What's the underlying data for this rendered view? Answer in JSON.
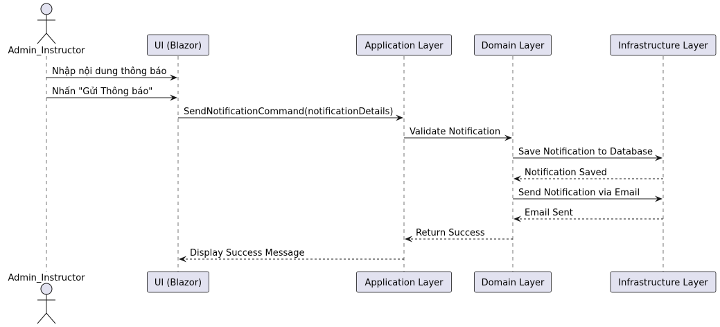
{
  "diagram": {
    "type": "sequence",
    "colors": {
      "participant_fill": "#E2E2F0",
      "line": "#181818",
      "background": "#FFFFFF"
    },
    "participants": [
      {
        "id": "admin",
        "label": "Admin_Instructor",
        "kind": "actor"
      },
      {
        "id": "ui",
        "label": "UI (Blazor)",
        "kind": "participant"
      },
      {
        "id": "app",
        "label": "Application Layer",
        "kind": "participant"
      },
      {
        "id": "domain",
        "label": "Domain Layer",
        "kind": "participant"
      },
      {
        "id": "infra",
        "label": "Infrastructure Layer",
        "kind": "participant"
      }
    ],
    "messages": [
      {
        "from": "admin",
        "to": "ui",
        "label": "Nhập nội dung thông báo",
        "style": "solid"
      },
      {
        "from": "admin",
        "to": "ui",
        "label": "Nhấn \"Gửi Thông báo\"",
        "style": "solid"
      },
      {
        "from": "ui",
        "to": "app",
        "label": "SendNotificationCommand(notificationDetails)",
        "style": "solid"
      },
      {
        "from": "app",
        "to": "domain",
        "label": "Validate Notification",
        "style": "solid"
      },
      {
        "from": "domain",
        "to": "infra",
        "label": "Save Notification to Database",
        "style": "solid"
      },
      {
        "from": "infra",
        "to": "domain",
        "label": "Notification Saved",
        "style": "dashed"
      },
      {
        "from": "domain",
        "to": "infra",
        "label": "Send Notification via Email",
        "style": "solid"
      },
      {
        "from": "infra",
        "to": "domain",
        "label": "Email Sent",
        "style": "dashed"
      },
      {
        "from": "domain",
        "to": "app",
        "label": "Return Success",
        "style": "dashed"
      },
      {
        "from": "app",
        "to": "ui",
        "label": "Display Success Message",
        "style": "dashed"
      }
    ]
  }
}
